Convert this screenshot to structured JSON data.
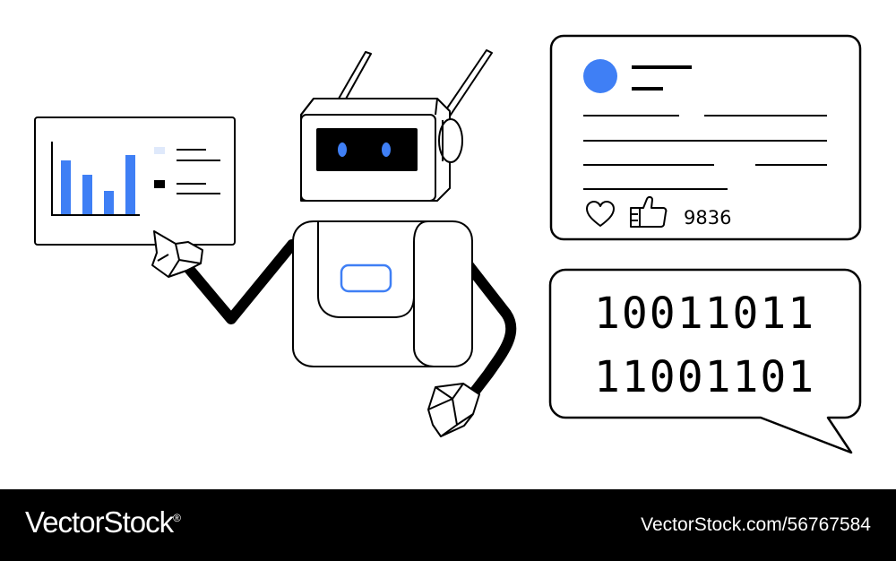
{
  "colors": {
    "accent_blue": "#3f7ff5",
    "light_blue": "#dfe9fb",
    "stroke": "#000000",
    "background": "#ffffff",
    "footer": "#000000"
  },
  "mini_chart": {
    "type": "bar",
    "values": [
      3.0,
      2.2,
      1.3,
      3.3
    ],
    "legend": [
      {
        "icon": "light-blue-square"
      },
      {
        "icon": "black-square"
      }
    ]
  },
  "post_card": {
    "avatar_icon": "blue-circle-avatar",
    "like_icon": "heart-icon",
    "thumb_icon": "thumbs-up-icon",
    "count": "9836"
  },
  "chat_bubble": {
    "lines": [
      "10011011",
      "11001101"
    ]
  },
  "footer": {
    "brand": "VectorStock",
    "registered": "®",
    "image_id": "VectorStock.com/56767584"
  }
}
